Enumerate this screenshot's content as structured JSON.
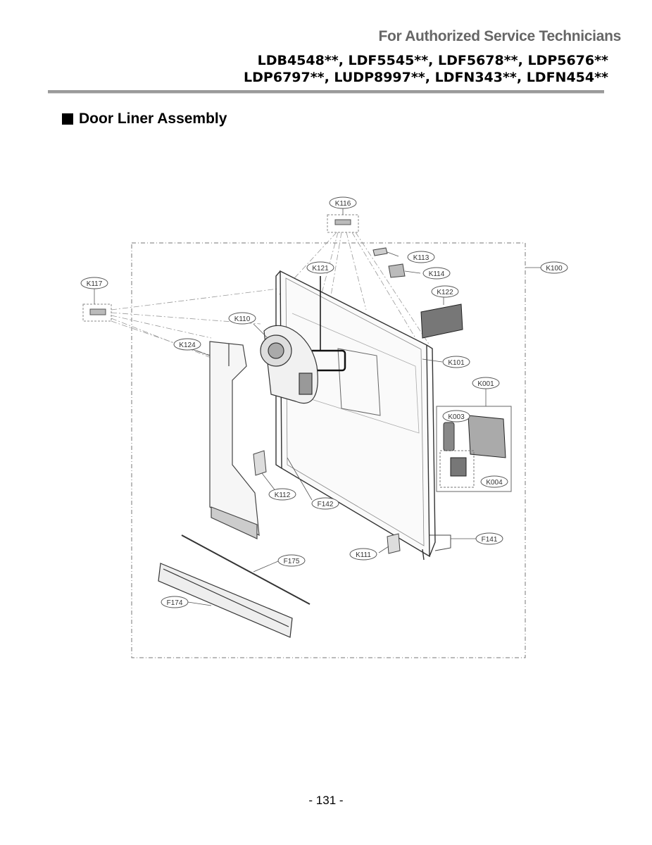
{
  "header": {
    "audience": "For Authorized Service Technicians",
    "models_line1": "LDB4548**, LDF5545**, LDF5678**, LDP5676**",
    "models_line2": "LDP6797**, LUDP8997**, LDFN343**, LDFN454**"
  },
  "section": {
    "title": "Door Liner Assembly"
  },
  "callouts": {
    "K116": "K116",
    "K113": "K113",
    "K114": "K114",
    "K121": "K121",
    "K100": "K100",
    "K117": "K117",
    "K122": "K122",
    "K110": "K110",
    "K124": "K124",
    "K101": "K101",
    "K001": "K001",
    "K003": "K003",
    "K004": "K004",
    "K112": "K112",
    "F142": "F142",
    "F141": "F141",
    "K111": "K111",
    "F175": "F175",
    "F174": "F174"
  },
  "footer": {
    "page_number": "- 131 -"
  }
}
